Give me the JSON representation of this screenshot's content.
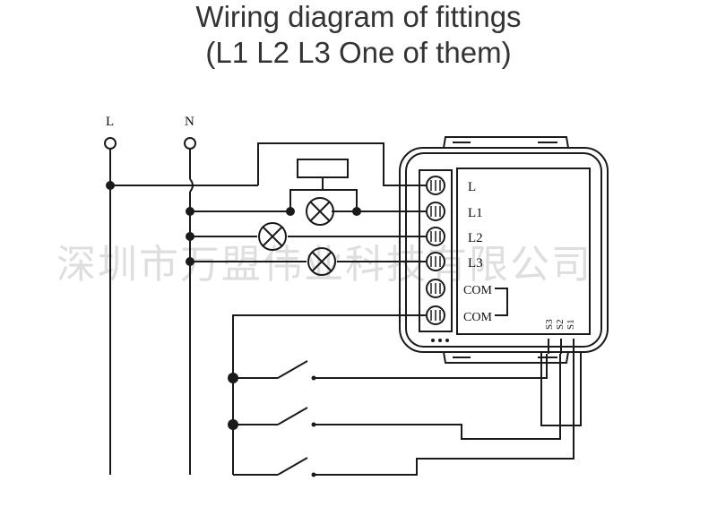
{
  "title": {
    "line1": "Wiring diagram of fittings",
    "line2": "(L1 L2 L3 One of them)"
  },
  "supply": {
    "live": "L",
    "neutral": "N"
  },
  "terminals": [
    "L",
    "L1",
    "L2",
    "L3",
    "COM",
    "COM"
  ],
  "switch_inputs": [
    "S3",
    "S2",
    "S1"
  ],
  "watermark": "深圳市万盟伟业科技有限公司",
  "colors": {
    "line": "#1a1a1a",
    "title": "#333333",
    "watermark": "#dedede"
  }
}
